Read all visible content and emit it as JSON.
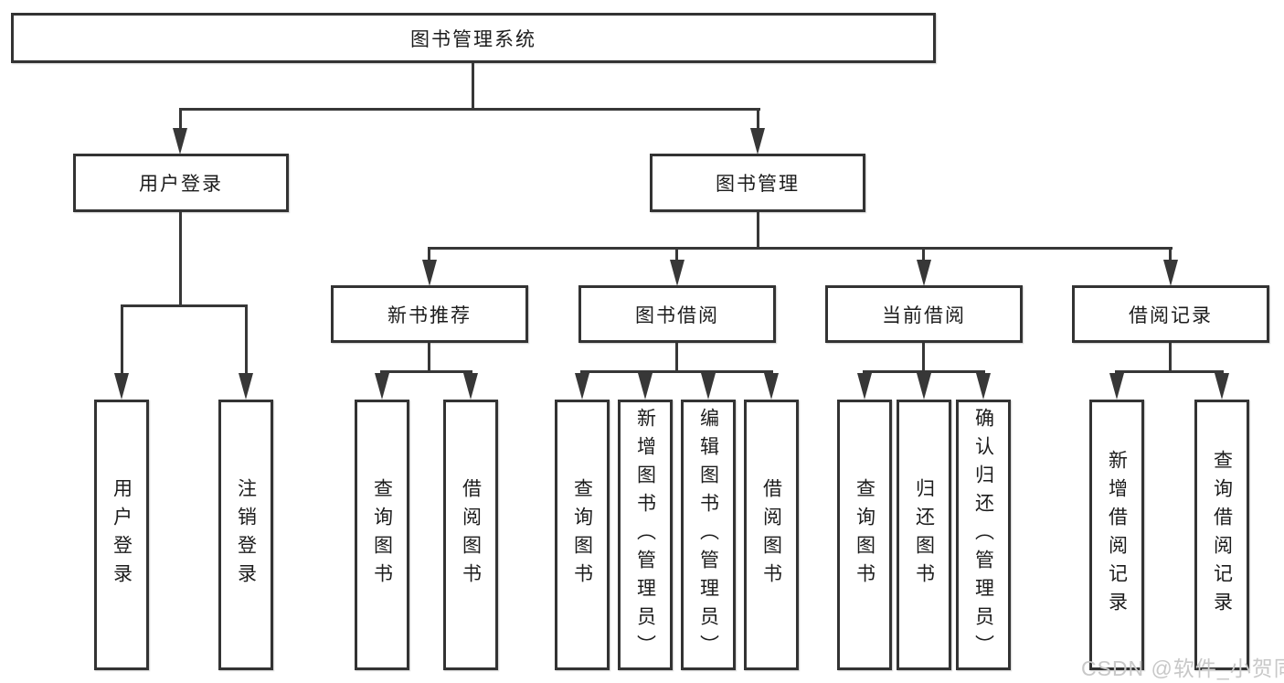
{
  "diagram": {
    "root": {
      "label": "图书管理系统"
    },
    "user": {
      "label": "用户登录",
      "children": [
        {
          "label": "用户登录"
        },
        {
          "label": "注销登录"
        }
      ]
    },
    "mgmt": {
      "label": "图书管理",
      "groups": [
        {
          "label": "新书推荐",
          "children": [
            {
              "label": "查询图书"
            },
            {
              "label": "借阅图书"
            }
          ]
        },
        {
          "label": "图书借阅",
          "children": [
            {
              "label": "查询图书"
            },
            {
              "label": "新增图书（管理员）"
            },
            {
              "label": "编辑图书（管理员）"
            },
            {
              "label": "借阅图书"
            }
          ]
        },
        {
          "label": "当前借阅",
          "children": [
            {
              "label": "查询图书"
            },
            {
              "label": "归还图书"
            },
            {
              "label": "确认归还（管理员）"
            }
          ]
        },
        {
          "label": "借阅记录",
          "children": [
            {
              "label": "新增借阅记录"
            },
            {
              "label": "查询借阅记录"
            }
          ]
        }
      ]
    }
  },
  "watermark": {
    "text": "CSDN @软件_小贺同学"
  },
  "colors": {
    "line": "#373737",
    "border": "#333333",
    "text": "#1c1c1c",
    "watermark": "#c8c8c8",
    "background": "#ffffff"
  }
}
